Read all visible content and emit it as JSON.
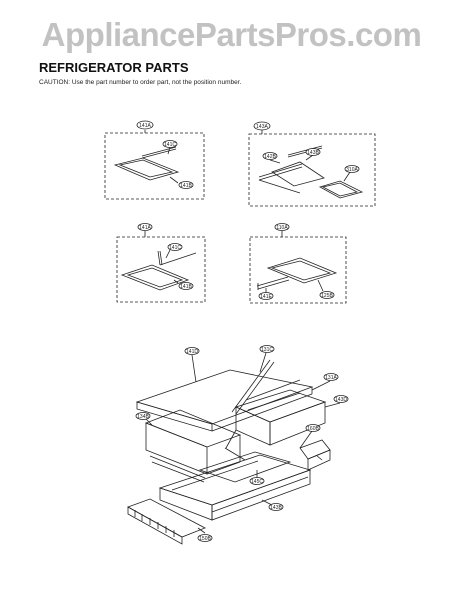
{
  "watermark": "AppliancePartsPros.com",
  "header": {
    "title": "REFRIGERATOR PARTS",
    "caution": "CAUTION: Use the part number to order part, not the position number."
  },
  "callouts": {
    "g1_main": "141A",
    "g1_a": "141C",
    "g1_b": "141B",
    "g2_main": "143A",
    "g2_a": "142B",
    "g2_b": "143B",
    "g2_c": "310A",
    "g3_main": "141A",
    "g3_a": "141C",
    "g3_b": "141B",
    "g4_main": "110A",
    "g4_a": "141E",
    "g4_b": "125B",
    "a_1": "141D",
    "a_2": "131C",
    "a_3": "131A",
    "a_4": "143D",
    "a_5": "134B",
    "a_6": "160B",
    "a_7": "145C",
    "a_8": "143B",
    "a_9": "150B"
  }
}
